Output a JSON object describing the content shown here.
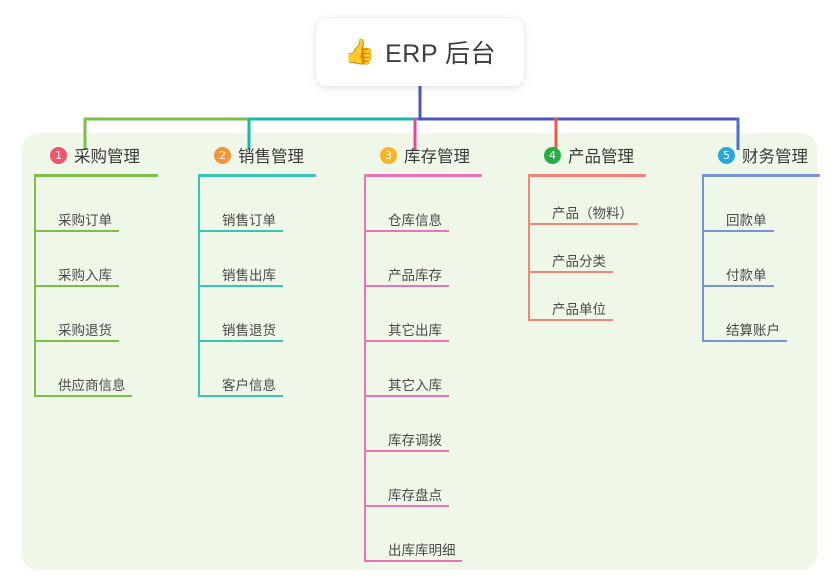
{
  "page": {
    "background": "#ffffff",
    "panel_color": "#eff7e9"
  },
  "root": {
    "icon": "thumbs-up-icon",
    "icon_glyph": "👍",
    "title": "ERP 后台"
  },
  "connector_colors": {
    "root_drop": "#4b55c4",
    "bus_left": "#7bbf4a",
    "bus_mid": "#14b9a8",
    "bus_right": "#4b55c4",
    "stub_1": "#7bbf4a",
    "stub_2": "#14b9a8",
    "stub_3": "#e8489a",
    "stub_4": "#f4564f",
    "stub_5": "#4b6fd4"
  },
  "columns": [
    {
      "number": "1",
      "title": "采购管理",
      "badge_color": "#f2546b",
      "line_color": "#7bbf4a",
      "items": [
        {
          "label": "采购订单",
          "width": 85
        },
        {
          "label": "采购入库",
          "width": 85
        },
        {
          "label": "采购退货",
          "width": 85
        },
        {
          "label": "供应商信息",
          "width": 98
        }
      ]
    },
    {
      "number": "2",
      "title": "销售管理",
      "badge_color": "#f6943a",
      "line_color": "#3bc3b4",
      "items": [
        {
          "label": "销售订单",
          "width": 85
        },
        {
          "label": "销售出库",
          "width": 85
        },
        {
          "label": "销售退货",
          "width": 85
        },
        {
          "label": "客户信息",
          "width": 85
        }
      ]
    },
    {
      "number": "3",
      "title": "库存管理",
      "badge_color": "#fbb429",
      "line_color": "#ea74b7",
      "items": [
        {
          "label": "仓库信息",
          "width": 85
        },
        {
          "label": "产品库存",
          "width": 85
        },
        {
          "label": "其它出库",
          "width": 85
        },
        {
          "label": "其它入库",
          "width": 85
        },
        {
          "label": "库存调拨",
          "width": 85
        },
        {
          "label": "库存盘点",
          "width": 85
        },
        {
          "label": "出库库明细",
          "width": 98
        }
      ]
    },
    {
      "number": "4",
      "title": "产品管理",
      "badge_color": "#28ad45",
      "line_color": "#f58377",
      "items": [
        {
          "label": "产品（物料）",
          "width": 110
        },
        {
          "label": "产品分类",
          "width": 85
        },
        {
          "label": "产品单位",
          "width": 85
        }
      ]
    },
    {
      "number": "5",
      "title": "财务管理",
      "badge_color": "#29a6e0",
      "line_color": "#7a93d8",
      "items": [
        {
          "label": "回款单",
          "width": 72
        },
        {
          "label": "付款单",
          "width": 72
        },
        {
          "label": "结算账户",
          "width": 85
        }
      ]
    }
  ]
}
